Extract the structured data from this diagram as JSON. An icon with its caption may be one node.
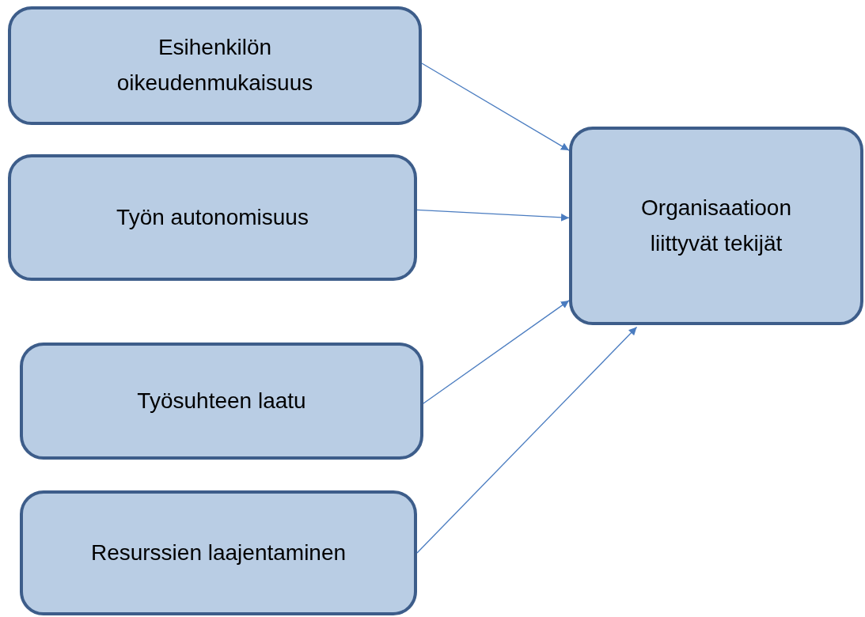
{
  "diagram": {
    "nodes": [
      {
        "text": [
          "Esihenkilön oikeudenmukaisuus"
        ]
      },
      {
        "text": [
          "Työn autonomisuus"
        ]
      },
      {
        "text": [
          "Työsuhteen laatu"
        ]
      },
      {
        "text": [
          "Resurssien laajentaminen"
        ]
      },
      {
        "text": [
          "Organisaatioon liittyvät tekijät"
        ]
      }
    ],
    "edges": [
      {
        "from": 0,
        "to": 4,
        "arrow": "to"
      },
      {
        "from": 1,
        "to": 4,
        "arrow": "to"
      },
      {
        "from": 2,
        "to": 4,
        "arrow": "to"
      },
      {
        "from": 3,
        "to": 4,
        "arrow": "to"
      }
    ]
  }
}
